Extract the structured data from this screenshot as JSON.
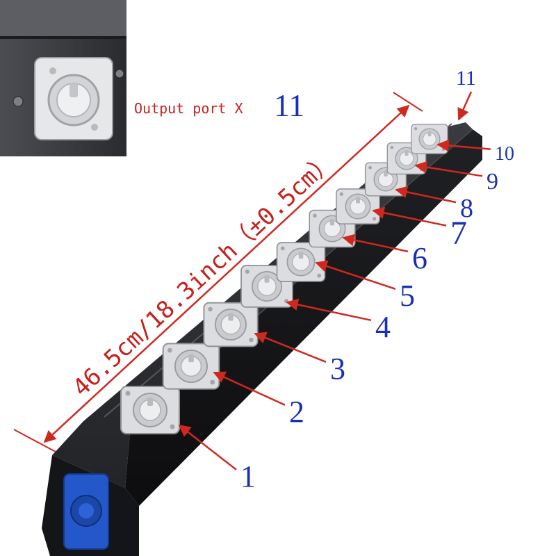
{
  "inset": {
    "caption": "Output port X",
    "count": "11"
  },
  "dimension": {
    "text": "46.5cm/18.3inch（±0.5cm）"
  },
  "ports": [
    {
      "label": "1"
    },
    {
      "label": "2"
    },
    {
      "label": "3"
    },
    {
      "label": "4"
    },
    {
      "label": "5"
    },
    {
      "label": "6"
    },
    {
      "label": "7"
    },
    {
      "label": "8"
    },
    {
      "label": "9"
    },
    {
      "label": "10"
    },
    {
      "label": "11"
    }
  ],
  "colors": {
    "annotation_red": "#d0281e",
    "label_blue": "#1a2fb8",
    "housing_black": "#1e1f22",
    "connector_grey": "#d9dadc",
    "input_blue": "#2457c9"
  }
}
